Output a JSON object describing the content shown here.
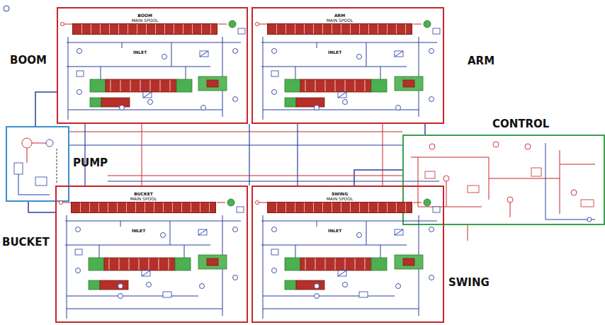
{
  "diagram": {
    "nodes": [
      {
        "text": [
          "BOOM"
        ]
      },
      {
        "text": [
          "BOOM",
          "MAIN SPOOL"
        ],
        "in": 0
      },
      {
        "text": [
          "INLET"
        ],
        "in": 0
      },
      {
        "text": [
          "ARM"
        ]
      },
      {
        "text": [
          "ARM",
          "MAIN SPOOL"
        ],
        "in": 3
      },
      {
        "text": [
          "INLET"
        ],
        "in": 3
      },
      {
        "text": [
          "PUMP"
        ]
      },
      {
        "text": [
          "CONTROL"
        ]
      },
      {
        "text": [
          "BUCKET"
        ]
      },
      {
        "text": [
          "BUCKET",
          "MAIN SPOOL"
        ],
        "in": 8
      },
      {
        "text": [
          "INLET"
        ],
        "in": 8
      },
      {
        "text": [
          "SWING"
        ]
      },
      {
        "text": [
          "SWING",
          "MAIN SPOOL"
        ],
        "in": 11
      },
      {
        "text": [
          "INLET"
        ],
        "in": 11
      }
    ],
    "edges": [
      {
        "from": 6,
        "to": 0,
        "arrow": "none"
      },
      {
        "from": 7,
        "to": 3,
        "arrow": "none"
      },
      {
        "from": 6,
        "to": 8,
        "arrow": "none"
      },
      {
        "from": 7,
        "to": 11,
        "arrow": "none"
      }
    ]
  }
}
